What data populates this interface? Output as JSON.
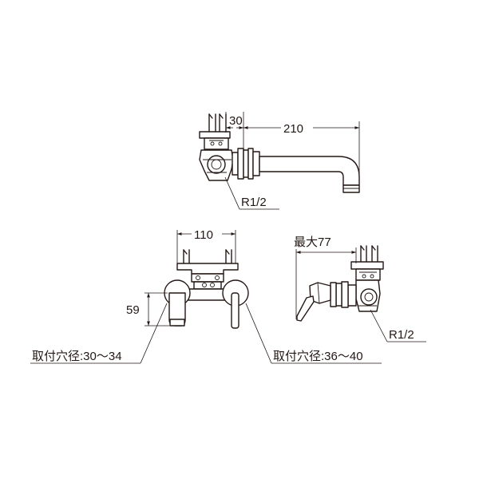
{
  "top_view": {
    "dim_depth": "30",
    "dim_spout_length": "210",
    "thread_label": "R1/2"
  },
  "front_view": {
    "dim_pitch": "110",
    "dim_height": "59",
    "hole_left_label": "取付穴径:30～34",
    "hole_right_label": "取付穴径:36～40"
  },
  "side_view": {
    "dim_max_projection": "最大77",
    "thread_label": "R1/2"
  },
  "colors": {
    "line": "#231815",
    "background": "#ffffff"
  }
}
